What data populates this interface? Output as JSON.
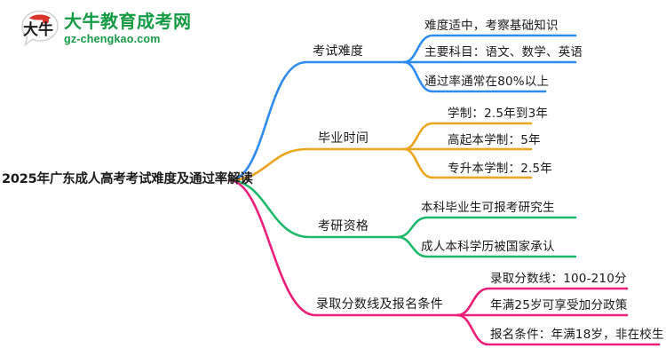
{
  "logo": {
    "mark_icon": "speech-bubble-logo-icon",
    "mark_text": "大牛",
    "brand_cn": "大牛教育成考网",
    "brand_url": "gz-chengkao.com",
    "brand_color": "#169b45",
    "mark_accent_color": "#d9352b"
  },
  "mindmap": {
    "root": {
      "label": "2025年广东成人高考考试难度及通过率解读"
    },
    "branches": [
      {
        "label": "考试难度",
        "color": "#2e8bef",
        "children": [
          "难度适中，考察基础知识",
          "主要科目：语文、数学、英语",
          "通过率通常在80%以上"
        ]
      },
      {
        "label": "毕业时间",
        "color": "#eda41e",
        "children": [
          "学制：2.5年到3年",
          "高起本学制：5年",
          "专升本学制：2.5年"
        ]
      },
      {
        "label": "考研资格",
        "color": "#1db96a",
        "children": [
          "本科毕业生可报考研究生",
          "成人本科学历被国家承认"
        ]
      },
      {
        "label": "录取分数线及报名条件",
        "color": "#ec1e79",
        "children": [
          "录取分数线：100-210分",
          "年满25岁可享受加分政策",
          "报名条件：年满18岁，非在校生"
        ]
      }
    ]
  }
}
